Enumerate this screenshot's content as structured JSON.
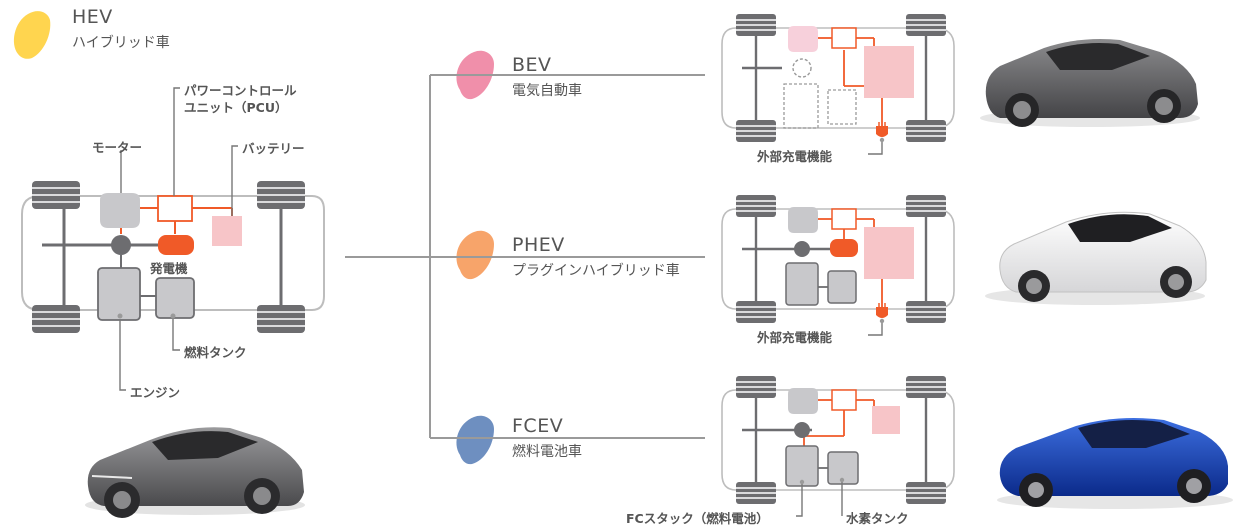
{
  "types": {
    "hev": {
      "title": "HEV",
      "subtitle": "ハイブリッド車",
      "color": "#FFD54F"
    },
    "bev": {
      "title": "BEV",
      "subtitle": "電気自動車",
      "color": "#F08FAA"
    },
    "phev": {
      "title": "PHEV",
      "subtitle": "プラグインハイブリッド車",
      "color": "#F7A46A"
    },
    "fcev": {
      "title": "FCEV",
      "subtitle": "燃料電池車",
      "color": "#6E8FC0"
    }
  },
  "hev_components": {
    "pcu_line1": "パワーコントロール",
    "pcu_line2": "ユニット（PCU）",
    "motor": "モーター",
    "battery": "バッテリー",
    "generator": "発電機",
    "fuel_tank": "燃料タンク",
    "engine": "エンジン"
  },
  "bev_components": {
    "charging": "外部充電機能"
  },
  "phev_components": {
    "charging": "外部充電機能"
  },
  "fcev_components": {
    "fc_stack": "FCスタック（燃料電池）",
    "hydrogen_tank": "水素タンク"
  },
  "colors": {
    "orange": "#F05A28",
    "battery": "#F7C5C8",
    "grey": "#C8C8CB",
    "tire": "#6d6d70",
    "line": "#9a9a9a"
  }
}
